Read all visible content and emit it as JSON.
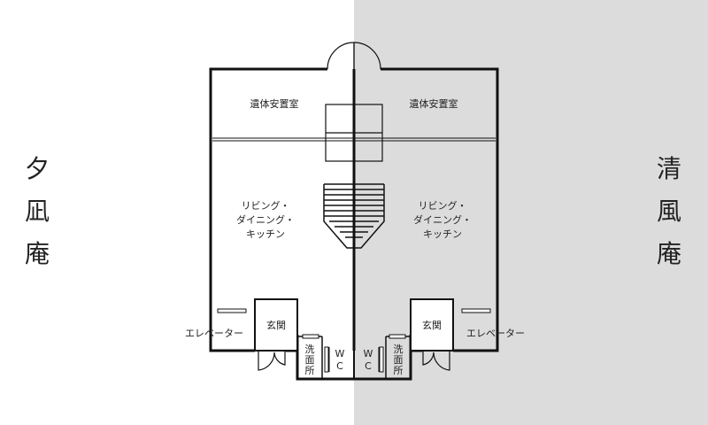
{
  "left_unit": {
    "name_chars": [
      "夕",
      "凪",
      "庵"
    ],
    "rooms": {
      "mortuary": "遺体安置室",
      "living": [
        "リビング・",
        "ダイニング・",
        "キッチン"
      ],
      "entrance": "玄関",
      "washroom": [
        "洗",
        "面",
        "所"
      ],
      "wc": [
        "W",
        "C"
      ],
      "elevator": "エレベーター"
    }
  },
  "right_unit": {
    "name_chars": [
      "清",
      "風",
      "庵"
    ],
    "rooms": {
      "mortuary": "遺体安置室",
      "living": [
        "リビング・",
        "ダイニング・",
        "キッチン"
      ],
      "entrance": "玄関",
      "washroom": [
        "洗",
        "面",
        "所"
      ],
      "wc": [
        "W",
        "C"
      ],
      "elevator": "エレベーター"
    }
  },
  "colors": {
    "right_background": "#dcdcdc",
    "wall": "#111111",
    "text": "#222222"
  }
}
